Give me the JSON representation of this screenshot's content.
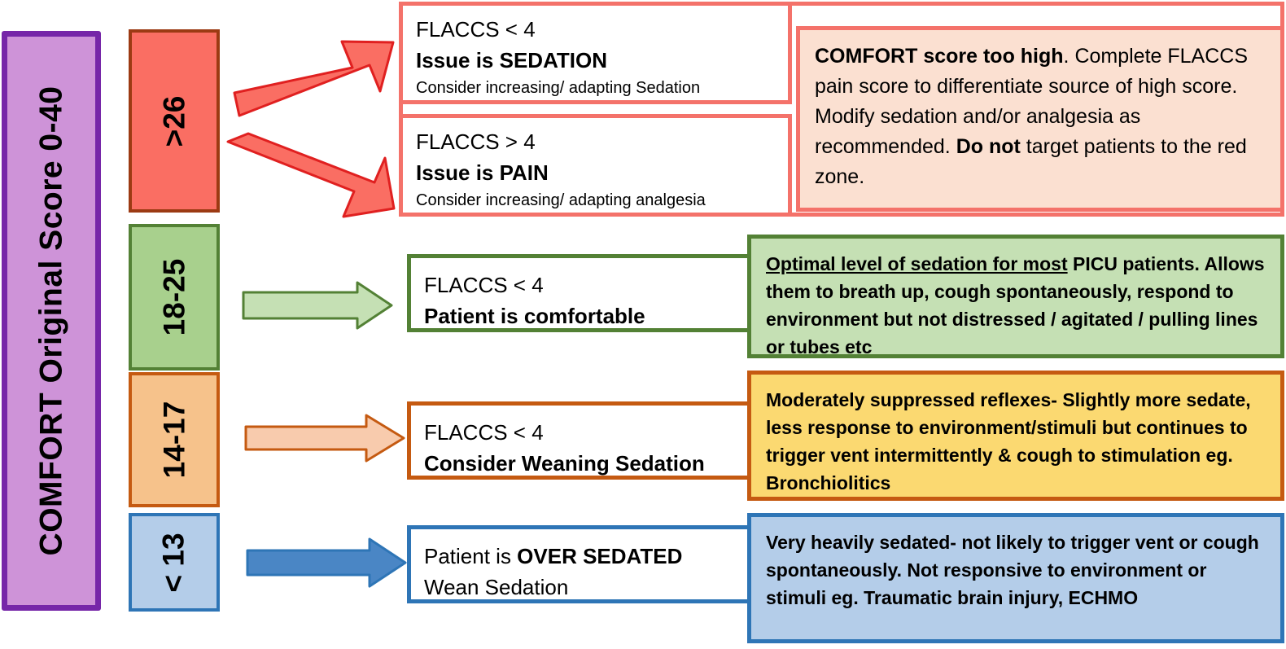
{
  "title": {
    "label": "COMFORT  Original  Score   0-40"
  },
  "score_bands": [
    {
      "id": "red",
      "label": ">26",
      "fill": "#FA6E63",
      "border": "#9C3A13"
    },
    {
      "id": "green",
      "label": "18-25",
      "fill": "#A8D08D",
      "border": "#538135"
    },
    {
      "id": "orange",
      "label": "14-17",
      "fill": "#F6C28B",
      "border": "#C55A11"
    },
    {
      "id": "blue",
      "label": "< 13",
      "fill": "#B4CDE9",
      "border": "#2E75B6"
    }
  ],
  "actions": {
    "red_sedation": {
      "criteria": "FLACCS < 4",
      "headline": "Issue is SEDATION",
      "detail": "Consider increasing/ adapting Sedation"
    },
    "red_pain": {
      "criteria": "FLACCS > 4",
      "headline": "Issue is PAIN",
      "detail": "Consider increasing/ adapting analgesia"
    },
    "green": {
      "criteria": "FLACCS < 4",
      "headline": "Patient is comfortable"
    },
    "orange": {
      "criteria": "FLACCS < 4",
      "headline": "Consider Weaning Sedation"
    },
    "blue": {
      "line_a_prefix": "Patient is ",
      "line_a_bold": "OVER SEDATED",
      "line_b": "Wean Sedation"
    }
  },
  "info_panels": {
    "red": {
      "bold_lead": "COMFORT score too high",
      "body": ". Complete FLACCS pain score to differentiate source of high score. Modify sedation and/or analgesia as recommended. ",
      "bold_tail": "Do not",
      "body_tail": " target patients to the red zone.",
      "fill": "#FBE0D1",
      "border": "#F4726A"
    },
    "green": {
      "underlined": "Optimal level of sedation for most",
      "body": " PICU patients. Allows them to breath up, cough spontaneously, respond to environment but not distressed / agitated / pulling lines or tubes etc",
      "fill": "#C5E0B4",
      "border": "#538135"
    },
    "orange": {
      "body": "Moderately suppressed reflexes- Slightly more sedate, less response to environment/stimuli but continues to trigger vent intermittently & cough to stimulation eg. Bronchiolitics",
      "fill": "#FBD971",
      "border": "#C55A11"
    },
    "blue": {
      "body": "Very heavily sedated- not likely to trigger vent or cough spontaneously. Not responsive to environment or stimuli eg. Traumatic brain injury, ECHMO",
      "fill": "#B4CDE9",
      "border": "#2E75B6"
    }
  },
  "arrows": [
    {
      "name": "arrow-red-up",
      "direction": "up-right",
      "fill": "#FA6E63",
      "stroke": "#E02020"
    },
    {
      "name": "arrow-red-down",
      "direction": "down-right",
      "fill": "#FA6E63",
      "stroke": "#E02020"
    },
    {
      "name": "arrow-green",
      "direction": "right",
      "fill": "#C5E0B4",
      "stroke": "#538135"
    },
    {
      "name": "arrow-orange",
      "direction": "right",
      "fill": "#F8CBAD",
      "stroke": "#C55A11"
    },
    {
      "name": "arrow-blue",
      "direction": "right",
      "fill": "#4A86C5",
      "stroke": "#2E75B6"
    }
  ]
}
